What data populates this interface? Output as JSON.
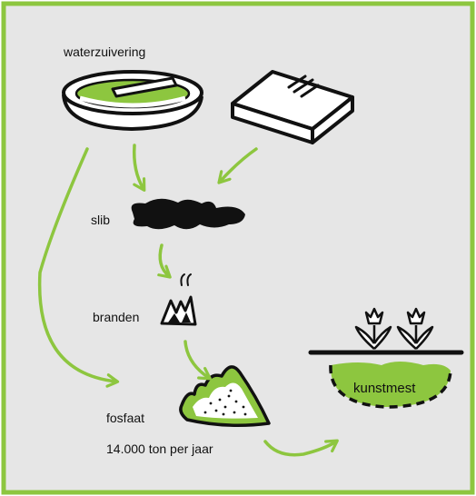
{
  "colors": {
    "background": "#e6e6e6",
    "frame": "#8dc63f",
    "arrow": "#8dc63f",
    "ink": "#111111",
    "fill_green": "#8dc63f",
    "paper": "#ffffff"
  },
  "labels": {
    "waterzuivering": "waterzuivering",
    "slib": "slib",
    "branden": "branden",
    "fosfaat": "fosfaat",
    "tonnage": "14.000 ton per jaar",
    "kunstmest": "kunstmest"
  },
  "icons": [
    "water-treatment-basin-icon",
    "box-icon",
    "sludge-blob-icon",
    "fire-icon",
    "phosphate-heap-icon",
    "tulips-icon",
    "fertilizer-soil-icon"
  ]
}
